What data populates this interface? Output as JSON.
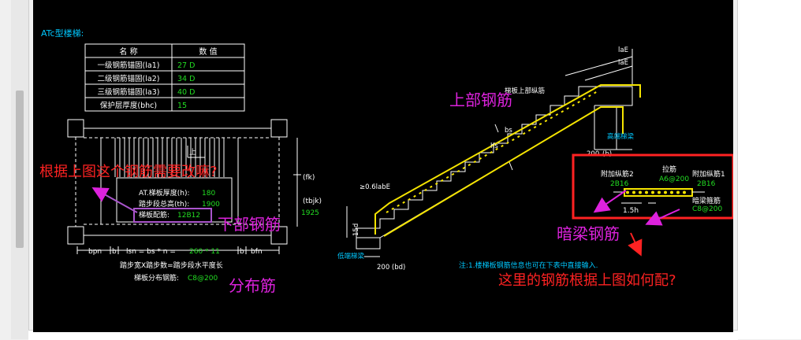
{
  "drawing": {
    "title": "ATc型楼梯:",
    "table": {
      "headers": [
        "名  称",
        "数  值"
      ],
      "rows": [
        {
          "name": "一级钢筋锚固(la1)",
          "value": "27 D"
        },
        {
          "name": "二级钢筋锚固(la2)",
          "value": "34 D"
        },
        {
          "name": "三级钢筋锚固(la3)",
          "value": "40 D"
        },
        {
          "name": "保护层厚度(bhc)",
          "value": "15"
        }
      ]
    },
    "plan": {
      "label_up": "上",
      "thickness_label": "AT.梯板厚度(h):",
      "thickness_value": "180",
      "height_label": "踏步段总高(th):",
      "height_value": "1900",
      "rebar_label": "梯板配筋:",
      "rebar_value": "12B12",
      "fk": "(fk)",
      "tbjk": "(tbjk)",
      "tbjk_value": "1925",
      "bpn": "bpn",
      "b1": "b",
      "b2": "b",
      "bfn": "bfn",
      "lsn_formula": "lsn = bs * n =",
      "lsn_value": "260 * 11",
      "step_formula": "踏步宽X踏步数=踏步段水平度长",
      "dist_label": "梯板分布钢筋:",
      "dist_value": "C8@200"
    },
    "section": {
      "top_rebar_label": "梯板上部纵筋",
      "laE_1": "laE",
      "laE_2": "laE",
      "bs": "bs",
      "hs": "hs",
      "dim_200": "200",
      "dim_b": "(b)",
      "high_beam": "高端梯梁",
      "anchor": "≥0.6labE",
      "dim_15d": "15d",
      "low_beam": "低端梯梁",
      "dim_200bd": "200 (bd)",
      "note": "注:1.楼梯板钢筋信息也可在下表中直接输入."
    },
    "beam_detail": {
      "add_rebar2_label": "附加纵筋2",
      "add_rebar2_value": "2B16",
      "tie_label": "拉筋",
      "tie_value": "A6@200",
      "add_rebar1_label": "附加纵筋1",
      "add_rebar1_value": "2B16",
      "stirrup_label": "暗梁箍筋",
      "stirrup_value": "C8@200",
      "dim_15h": "1.5h"
    }
  },
  "annotations": {
    "question_top": "根据上图这个钢筋需要改嘛?",
    "bottom_rebar": "下部钢筋",
    "distribution_rebar": "分布筋",
    "top_rebar": "上部钢筋",
    "hidden_beam_rebar": "暗梁钢筋",
    "question_bottom": "这里的钢筋根据上图如何配?"
  },
  "colors": {
    "canvas": "#000000",
    "cad_line": "#ffffff",
    "cad_cyan": "#00c8ff",
    "cad_green": "#22dd22",
    "cad_yellow": "#f5e400",
    "annot_red": "#ff2222",
    "annot_magenta": "#dd22dd"
  }
}
